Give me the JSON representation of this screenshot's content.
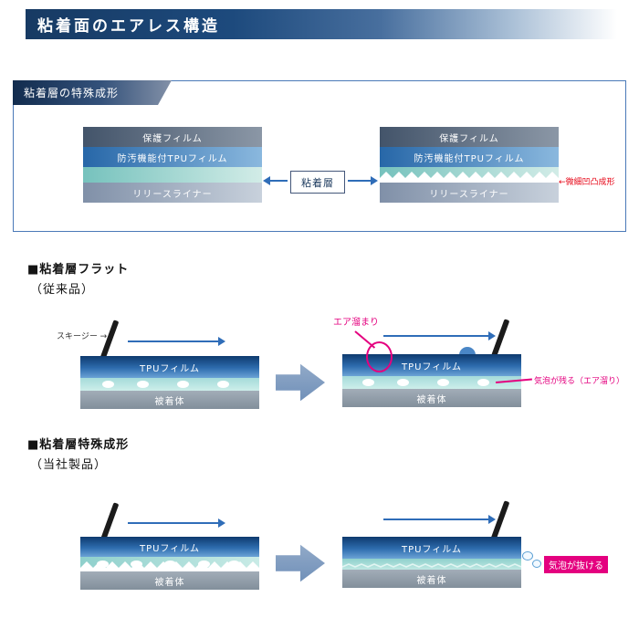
{
  "header": {
    "title": "粘着面のエアレス構造"
  },
  "panel": {
    "tag": "粘着層の特殊成形",
    "layers": [
      "保護フィルム",
      "防汚機能付TPUフィルム",
      "リリースライナー"
    ],
    "center_label": "粘着層",
    "annotation": "←微細凹凸成形"
  },
  "flat_section": {
    "heading": "■粘着層フラット",
    "subheading": "（従来品）",
    "squeegee_label": "スキージー →",
    "film_label": "TPUフィルム",
    "substrate_label": "被着体",
    "air_pocket_label": "エア溜まり",
    "result_label": "気泡が残る（エア溜り）"
  },
  "special_section": {
    "heading": "■粘着層特殊成形",
    "subheading": "（当社製品）",
    "film_label": "TPUフィルム",
    "substrate_label": "被着体",
    "result_label": "気泡が抜ける"
  },
  "colors": {
    "accent_blue": "#2f6db8",
    "magenta": "#e4007f",
    "red": "#e60012",
    "steel_arrow": "#7d9cc3"
  }
}
